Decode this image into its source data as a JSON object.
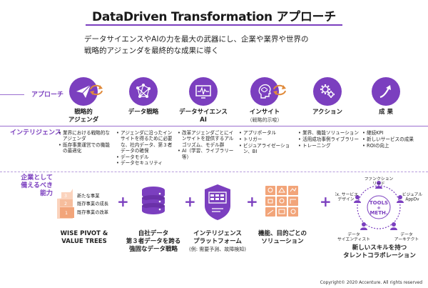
{
  "title": "DataDriven Transformation アプローチ",
  "subtitle": {
    "line1": "データサイエンスやAIの力を最大の武器にし、企業や業界や世界の",
    "line2": "戦略的アジェンダを最終的な成果に導く"
  },
  "rows": {
    "approach": "アプローチ",
    "intelligence": "インテリジェンス",
    "capability": [
      "企業として",
      "備えるべき",
      "能力"
    ]
  },
  "steps": [
    {
      "label": "戦略的",
      "label2": "アジェンダ",
      "icon": "paper-plane-icon"
    },
    {
      "label": "データ戦略",
      "label2": "",
      "icon": "network-nodes-icon"
    },
    {
      "label": "データサイエンス",
      "label2": "AI",
      "icon": "monitor-waveform-icon"
    },
    {
      "label": "インサイト",
      "label2": "",
      "sub": "（戦略的示唆）",
      "icon": "head-brain-icon"
    },
    {
      "label": "アクション",
      "label2": "",
      "icon": "gears-icon"
    },
    {
      "label": "成 果",
      "label2": "",
      "icon": "growth-arrow-icon"
    }
  ],
  "intelligence_bullets": [
    [
      "業界における戦略的なアジェンダ",
      "既存事業運営での機能の最適化"
    ],
    [
      "アジェンダに沿ったインサイトを得るために必要な、社内データ、第３者データの確保",
      "データモデル",
      "データセキュリティ"
    ],
    [
      "改革アジェンダごとにインサイトを提供するアルゴリズム、モデル群",
      "AI（学習、ライブラリー等）"
    ],
    [
      "アプリポータル",
      "トリガー",
      "ビジュアライゼーション、BI"
    ],
    [
      "業界、機能ソリューション",
      "活用成功事例ライブラリー",
      "トレーニング"
    ],
    [
      "継続KPI",
      "新しいサービスの成果",
      "ROIの向上"
    ]
  ],
  "capabilities": [
    {
      "label": "WISE PIVOT &",
      "label2": "VALUE TREES",
      "sub": ""
    },
    {
      "label": "自社データ",
      "label2": "第３者データを跨る",
      "label3": "強固なデータ戦略",
      "sub": ""
    },
    {
      "label": "インテリジェンス",
      "label2": "プラットフォーム",
      "sub": "(例: 需要予測、故障検知)"
    },
    {
      "label": "機能、目的ごとの",
      "label2": "ソリューション",
      "sub": ""
    },
    {
      "label": "新しいスキルを持つ",
      "label2": "タレントコラボレーション",
      "sub": ""
    }
  ],
  "pivot_tiers": [
    {
      "num": "3",
      "text": "新たな事業"
    },
    {
      "num": "2",
      "text": "既存事業の成長"
    },
    {
      "num": "1",
      "text": "既存事業の改革"
    }
  ],
  "talent": {
    "center1": "TOOLS",
    "center2": "+",
    "center3": "METH.",
    "roles": [
      "ファンクション\nリード",
      "ビジュアル\nAppDv",
      "データ\nアーキテクト",
      "データ\nサイエンティスト",
      "Ex. サービス\nデザイン"
    ]
  },
  "copyright": "Copyright© 2020 Accenture. All rights reserved",
  "colors": {
    "accent": "#7b3fbf",
    "cycle": "#e08a3a",
    "tile": "#f2a57a"
  }
}
